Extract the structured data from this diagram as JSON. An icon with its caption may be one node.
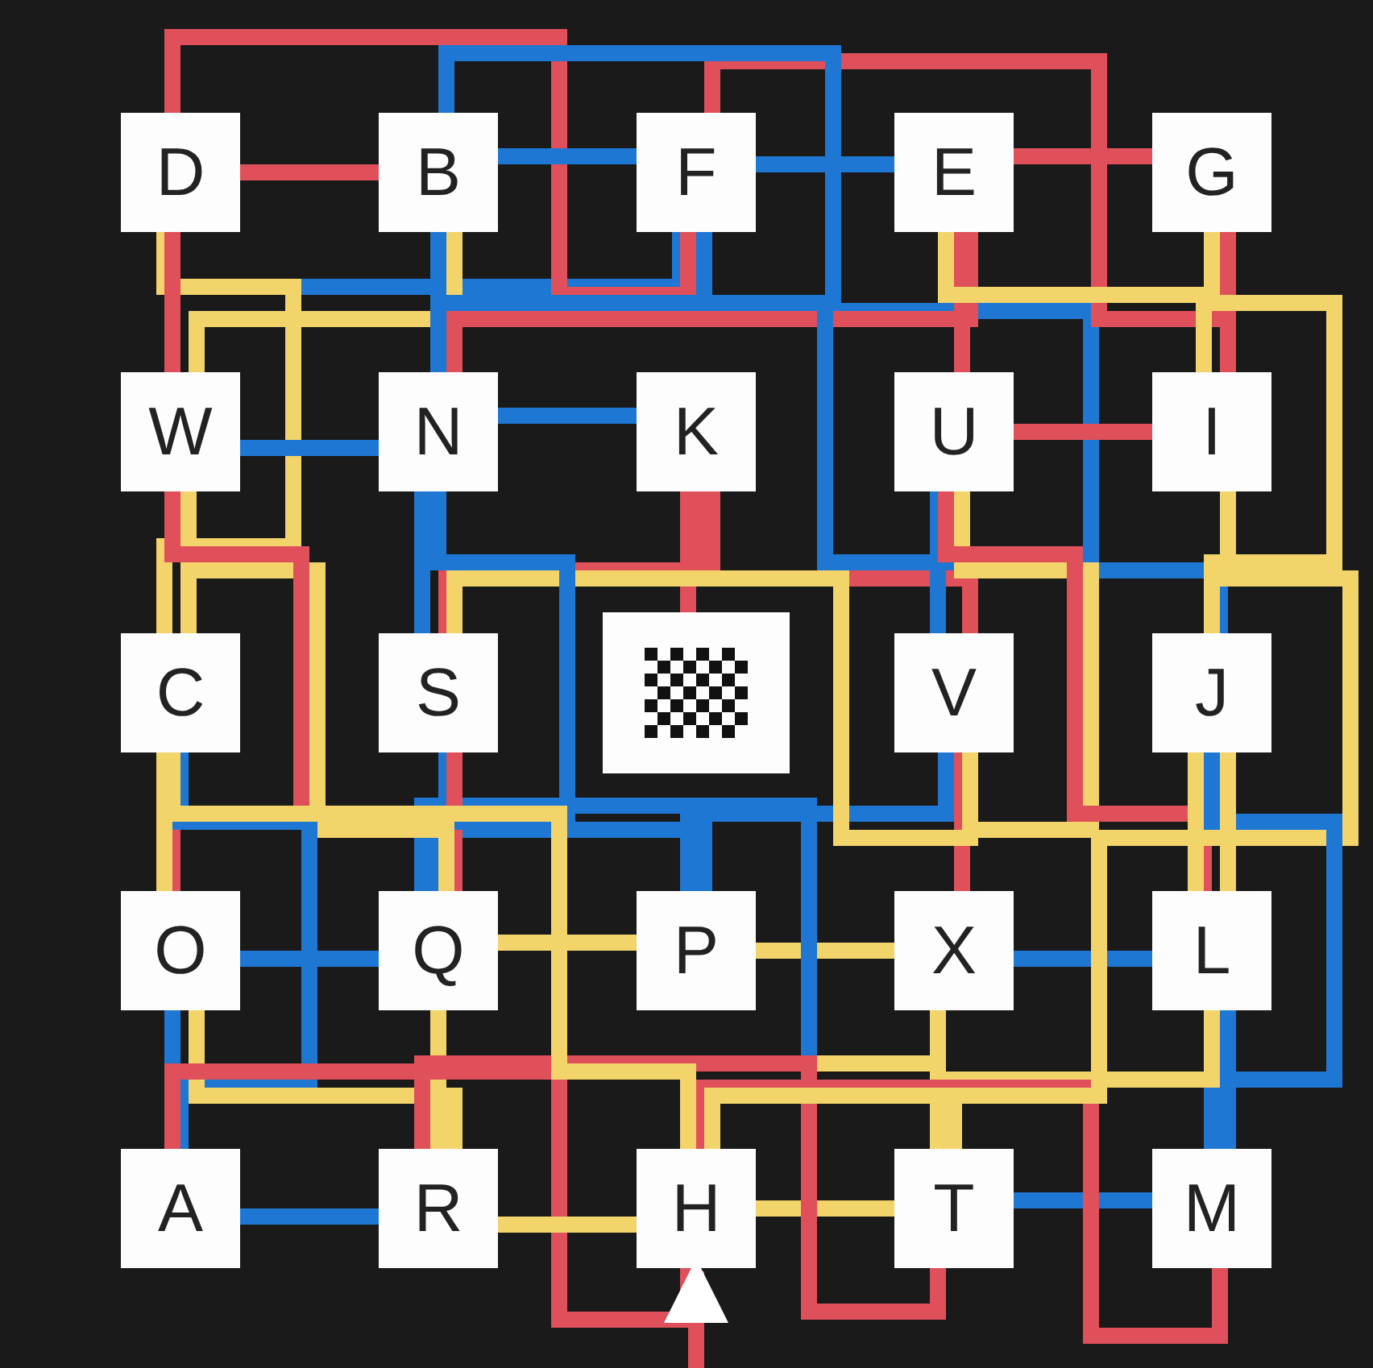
{
  "diagram": {
    "nodes": [
      {
        "text": [
          "D"
        ]
      },
      {
        "text": [
          "B"
        ]
      },
      {
        "text": [
          "F"
        ]
      },
      {
        "text": [
          "E"
        ]
      },
      {
        "text": [
          "G"
        ]
      },
      {
        "text": [
          "W"
        ]
      },
      {
        "text": [
          "N"
        ]
      },
      {
        "text": [
          "K"
        ]
      },
      {
        "text": [
          "U"
        ]
      },
      {
        "text": [
          "I"
        ]
      },
      {
        "text": [
          "C"
        ]
      },
      {
        "text": [
          "S"
        ]
      },
      {
        "text": [],
        "shape": "picture"
      },
      {
        "text": [
          "V"
        ]
      },
      {
        "text": [
          "J"
        ]
      },
      {
        "text": [
          "O"
        ]
      },
      {
        "text": [
          "Q"
        ]
      },
      {
        "text": [
          "P"
        ]
      },
      {
        "text": [
          "X"
        ]
      },
      {
        "text": [
          "L"
        ]
      },
      {
        "text": [
          "A"
        ]
      },
      {
        "text": [
          "R"
        ]
      },
      {
        "text": [
          "H"
        ]
      },
      {
        "text": [
          "T"
        ]
      },
      {
        "text": [
          "M"
        ]
      }
    ],
    "edges": [
      {
        "from": 2,
        "to": 10,
        "arrow": "none",
        "color": "#1f77d4"
      },
      {
        "from": 2,
        "to": 14,
        "arrow": "none",
        "color": "#1f77d4"
      },
      {
        "from": 0,
        "to": 2,
        "arrow": "none",
        "color": "#e0505a"
      },
      {
        "from": 2,
        "to": 4,
        "arrow": "none",
        "color": "#e0505a"
      },
      {
        "from": 0,
        "to": 1,
        "arrow": "none",
        "color": "#e0505a"
      },
      {
        "from": 0,
        "to": 10,
        "arrow": "none",
        "color": "#f2d46b"
      },
      {
        "from": 5,
        "to": 10,
        "arrow": "none",
        "color": "#f2d46b"
      },
      {
        "from": 0,
        "to": 5,
        "arrow": "none",
        "color": "#e0505a"
      },
      {
        "from": 1,
        "to": 5,
        "arrow": "none",
        "color": "#f2d46b"
      },
      {
        "from": 1,
        "to": 6,
        "arrow": "none",
        "color": "#1f77d4"
      },
      {
        "from": 1,
        "to": 2,
        "arrow": "none",
        "color": "#1f77d4"
      },
      {
        "from": 1,
        "to": 3,
        "arrow": "none",
        "color": "#1f77d4"
      },
      {
        "from": 2,
        "to": 3,
        "arrow": "none",
        "color": "#1f77d4"
      },
      {
        "from": 6,
        "to": 3,
        "arrow": "none",
        "color": "#e0505a"
      },
      {
        "from": 6,
        "to": 8,
        "arrow": "none",
        "color": "#1f77d4"
      },
      {
        "from": 6,
        "to": 7,
        "arrow": "none",
        "color": "#1f77d4"
      },
      {
        "from": 7,
        "to": 11,
        "arrow": "none",
        "color": "#e0505a"
      },
      {
        "from": 7,
        "to": 12,
        "arrow": "none",
        "color": "#e0505a"
      },
      {
        "from": 7,
        "to": 13,
        "arrow": "none",
        "color": "#e0505a"
      },
      {
        "from": 8,
        "to": 9,
        "arrow": "none",
        "color": "#e0505a"
      },
      {
        "from": 3,
        "to": 4,
        "arrow": "none",
        "color": "#e0505a"
      },
      {
        "from": 3,
        "to": 8,
        "arrow": "none",
        "color": "#e0505a"
      },
      {
        "from": 3,
        "to": 9,
        "arrow": "none",
        "color": "#f2d46b"
      },
      {
        "from": 4,
        "to": 9,
        "arrow": "none",
        "color": "#e0505a"
      },
      {
        "from": 4,
        "to": 14,
        "arrow": "none",
        "color": "#f2d46b"
      },
      {
        "from": 8,
        "to": 13,
        "arrow": "none",
        "color": "#1f77d4"
      },
      {
        "from": 8,
        "to": 18,
        "arrow": "none",
        "color": "#f2d46b"
      },
      {
        "from": 8,
        "to": 19,
        "arrow": "none",
        "color": "#e0505a"
      },
      {
        "from": 9,
        "to": 19,
        "arrow": "none",
        "color": "#f2d46b"
      },
      {
        "from": 14,
        "to": 24,
        "arrow": "none",
        "color": "#1f77d4"
      },
      {
        "from": 14,
        "to": 19,
        "arrow": "none",
        "color": "#f2d46b"
      },
      {
        "from": 18,
        "to": 19,
        "arrow": "none",
        "color": "#1f77d4"
      },
      {
        "from": 23,
        "to": 24,
        "arrow": "none",
        "color": "#1f77d4"
      },
      {
        "from": 19,
        "to": 24,
        "arrow": "none",
        "color": "#1f77d4"
      },
      {
        "from": 19,
        "to": 23,
        "arrow": "none",
        "color": "#f2d46b"
      },
      {
        "from": 18,
        "to": 23,
        "arrow": "none",
        "color": "#f2d46b"
      },
      {
        "from": 13,
        "to": 18,
        "arrow": "none",
        "color": "#e0505a"
      },
      {
        "from": 13,
        "to": 17,
        "arrow": "none",
        "color": "#1f77d4"
      },
      {
        "from": 11,
        "to": 13,
        "arrow": "none",
        "color": "#f2d46b"
      },
      {
        "from": 17,
        "to": 18,
        "arrow": "none",
        "color": "#f2d46b"
      },
      {
        "from": 16,
        "to": 18,
        "arrow": "none",
        "color": "#1f77d4"
      },
      {
        "from": 11,
        "to": 17,
        "arrow": "none",
        "color": "#1f77d4"
      },
      {
        "from": 16,
        "to": 17,
        "arrow": "none",
        "color": "#f2d46b"
      },
      {
        "from": 11,
        "to": 16,
        "arrow": "none",
        "color": "#e0505a"
      },
      {
        "from": 6,
        "to": 16,
        "arrow": "none",
        "color": "#1f77d4"
      },
      {
        "from": 6,
        "to": 11,
        "arrow": "none",
        "color": "#1f77d4"
      },
      {
        "from": 5,
        "to": 16,
        "arrow": "none",
        "color": "#f2d46b"
      },
      {
        "from": 5,
        "to": 15,
        "arrow": "none",
        "color": "#e0505a"
      },
      {
        "from": 5,
        "to": 6,
        "arrow": "none",
        "color": "#1f77d4"
      },
      {
        "from": 10,
        "to": 20,
        "arrow": "none",
        "color": "#1f77d4"
      },
      {
        "from": 10,
        "to": 15,
        "arrow": "none",
        "color": "#f2d46b"
      },
      {
        "from": 15,
        "to": 16,
        "arrow": "none",
        "color": "#1f77d4"
      },
      {
        "from": 15,
        "to": 20,
        "arrow": "none",
        "color": "#1f77d4"
      },
      {
        "from": 15,
        "to": 21,
        "arrow": "none",
        "color": "#f2d46b"
      },
      {
        "from": 16,
        "to": 21,
        "arrow": "none",
        "color": "#f2d46b"
      },
      {
        "from": 21,
        "to": 18,
        "arrow": "none",
        "color": "#f2d46b"
      },
      {
        "from": 20,
        "to": 21,
        "arrow": "none",
        "color": "#1f77d4"
      },
      {
        "from": 20,
        "to": 22,
        "arrow": "none",
        "color": "#e0505a"
      },
      {
        "from": 21,
        "to": 22,
        "arrow": "none",
        "color": "#f2d46b"
      },
      {
        "from": 22,
        "to": 23,
        "arrow": "none",
        "color": "#f2d46b"
      },
      {
        "from": 21,
        "to": 23,
        "arrow": "none",
        "color": "#e0505a"
      },
      {
        "from": 22,
        "to": 24,
        "arrow": "none",
        "color": "#e0505a"
      },
      {
        "from": 10,
        "to": 22,
        "arrow": "none",
        "color": "#f2d46b"
      },
      {
        "from": 22,
        "to": 14,
        "arrow": "none",
        "color": "#f2d46b"
      },
      {
        "from": null,
        "to": 22,
        "arrow": "to",
        "color": "#e0505a"
      }
    ]
  }
}
